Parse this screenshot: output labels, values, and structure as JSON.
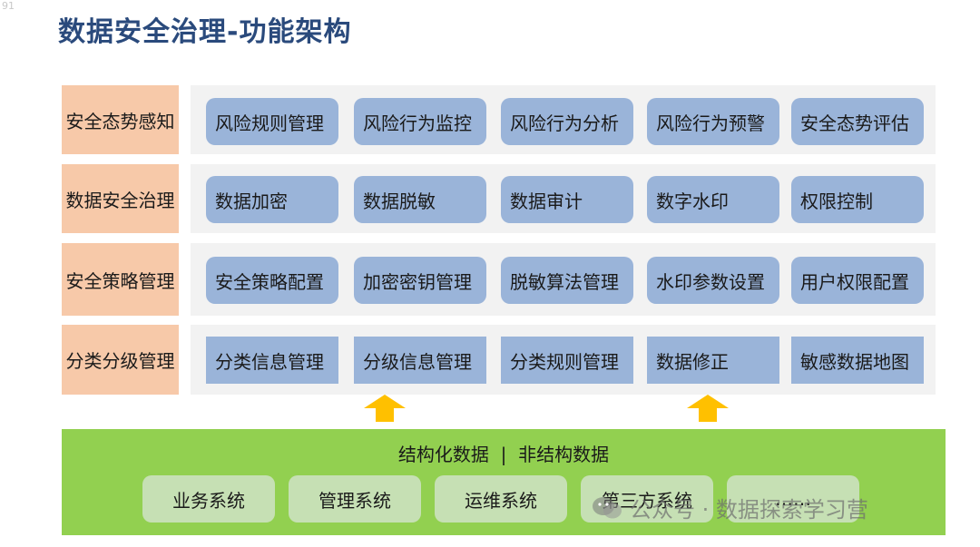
{
  "corner_number": "91",
  "title": "数据安全治理-功能架构",
  "layers": [
    {
      "label": "安全态势感知",
      "items": [
        "风险规则管理",
        "风险行为监控",
        "风险行为分析",
        "风险行为预警",
        "安全态势评估"
      ]
    },
    {
      "label": "数据安全治理",
      "items": [
        "数据加密",
        "数据脱敏",
        "数据审计",
        "数字水印",
        "权限控制"
      ]
    },
    {
      "label": "安全策略管理",
      "items": [
        "安全策略配置",
        "加密密钥管理",
        "脱敏算法管理",
        "水印参数设置",
        "用户权限配置"
      ]
    },
    {
      "label": "分类分级管理",
      "items": [
        "分类信息管理",
        "分级信息管理",
        "分类规则管理",
        "数据修正",
        "敏感数据地图"
      ]
    }
  ],
  "foundation": {
    "data_types": "结构化数据  |  非结构数据",
    "systems": [
      "业务系统",
      "管理系统",
      "运维系统",
      "第三方系统",
      "……"
    ]
  },
  "colors": {
    "title": "#2a4a7c",
    "row_label": "#f7c9a9",
    "capability_box": "#9ab4d9",
    "row_band": "#f2f2f2",
    "arrow": "#ffc000",
    "foundation": "#92d050",
    "system_box": "#c6e0b4"
  },
  "watermark": "公众号 · 数据探索学习营"
}
